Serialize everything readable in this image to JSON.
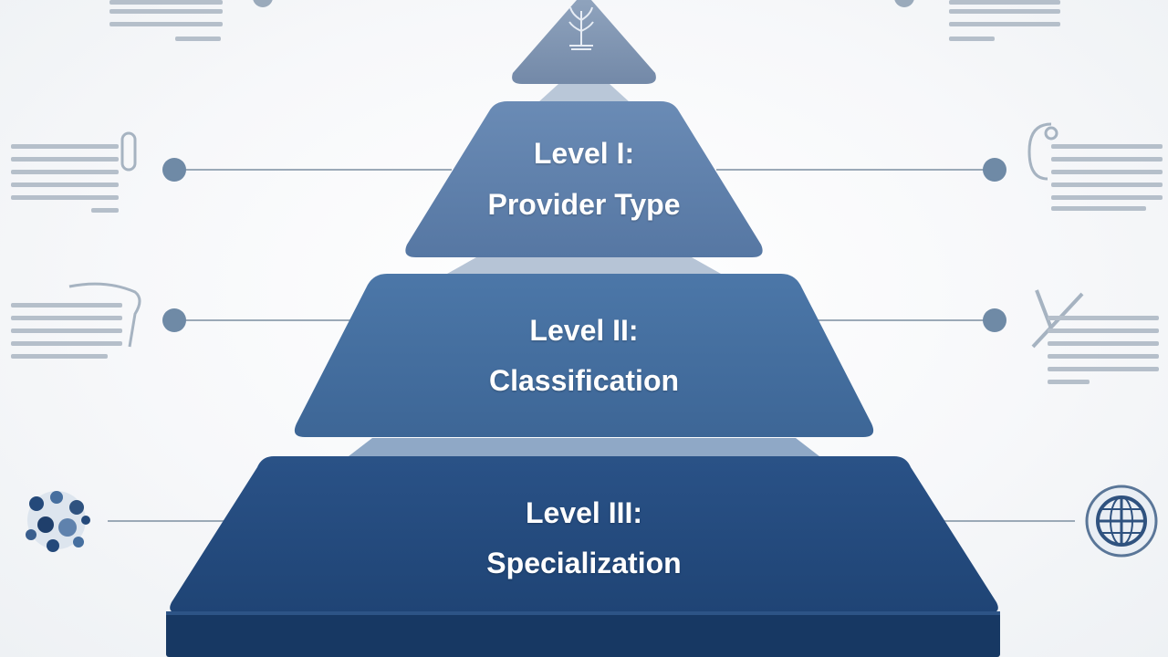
{
  "colors": {
    "apex": "#7f95b2",
    "level1": "#5f82ad",
    "level2": "#466f9f",
    "level3": "#24497a",
    "base": "#183a66",
    "connector": "#9ba9b7",
    "dot": "#6f8aa6"
  },
  "pyramid": {
    "apex_icon": "plant-icon",
    "levels": [
      {
        "line1": "Level I:",
        "line2": "Provider Type"
      },
      {
        "line1": "Level II:",
        "line2": "Classification"
      },
      {
        "line1": "Level III:",
        "line2": "Specialization"
      }
    ]
  },
  "side_icons": {
    "left_bottom": "molecule-cluster-icon",
    "right_bottom": "globe-icon",
    "left_level1": "capsule-icon",
    "right_level1": "stethoscope-icon",
    "left_level2": "syringe-icon",
    "right_level2": "pills-icon"
  }
}
